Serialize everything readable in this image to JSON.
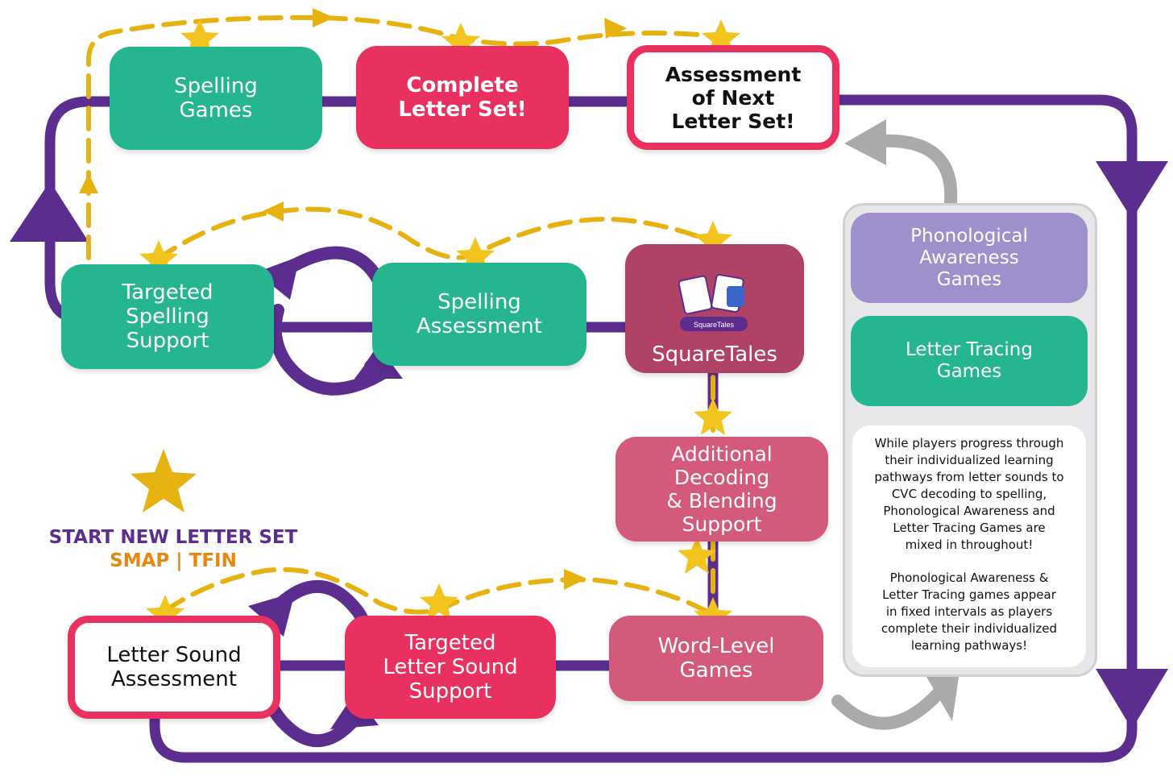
{
  "nodes": {
    "spelling_games": "Spelling\nGames",
    "complete_letter_set": "Complete\nLetter Set!",
    "assessment_next_set": "Assessment\nof Next\nLetter Set!",
    "targeted_spelling_support": "Targeted\nSpelling\nSupport",
    "spelling_assessment": "Spelling\nAssessment",
    "squaretales": "SquareTales",
    "additional_decoding": "Additional\nDecoding\n& Blending\nSupport",
    "letter_sound_assessment": "Letter Sound\nAssessment",
    "targeted_letter_sound": "Targeted\nLetter Sound\nSupport",
    "word_level_games": "Word-Level\nGames"
  },
  "panel": {
    "phonological": "Phonological\nAwareness\nGames",
    "letter_tracing": "Letter Tracing\nGames",
    "note_1": "While players progress through\ntheir individualized learning\npathways from letter sounds to\nCVC decoding to spelling,\nPhonological Awareness and\nLetter Tracing Games are\nmixed in throughout!",
    "note_2": "Phonological Awareness &\nLetter Tracing games appear\nin fixed intervals as players\ncomplete their individualized\nlearning pathways!"
  },
  "legend": {
    "line1": "START NEW LETTER SET",
    "line2": "SMAP | TFIN"
  },
  "logo_text": "SquareTales",
  "colors": {
    "teal": "#26b591",
    "red": "#e9315f",
    "rose": "#d35a7a",
    "purple": "#5b2d8f",
    "lavender": "#9f8fcb",
    "gold": "#e6b20f",
    "star": "#f2c41e",
    "grey": "#aaaaaa"
  }
}
